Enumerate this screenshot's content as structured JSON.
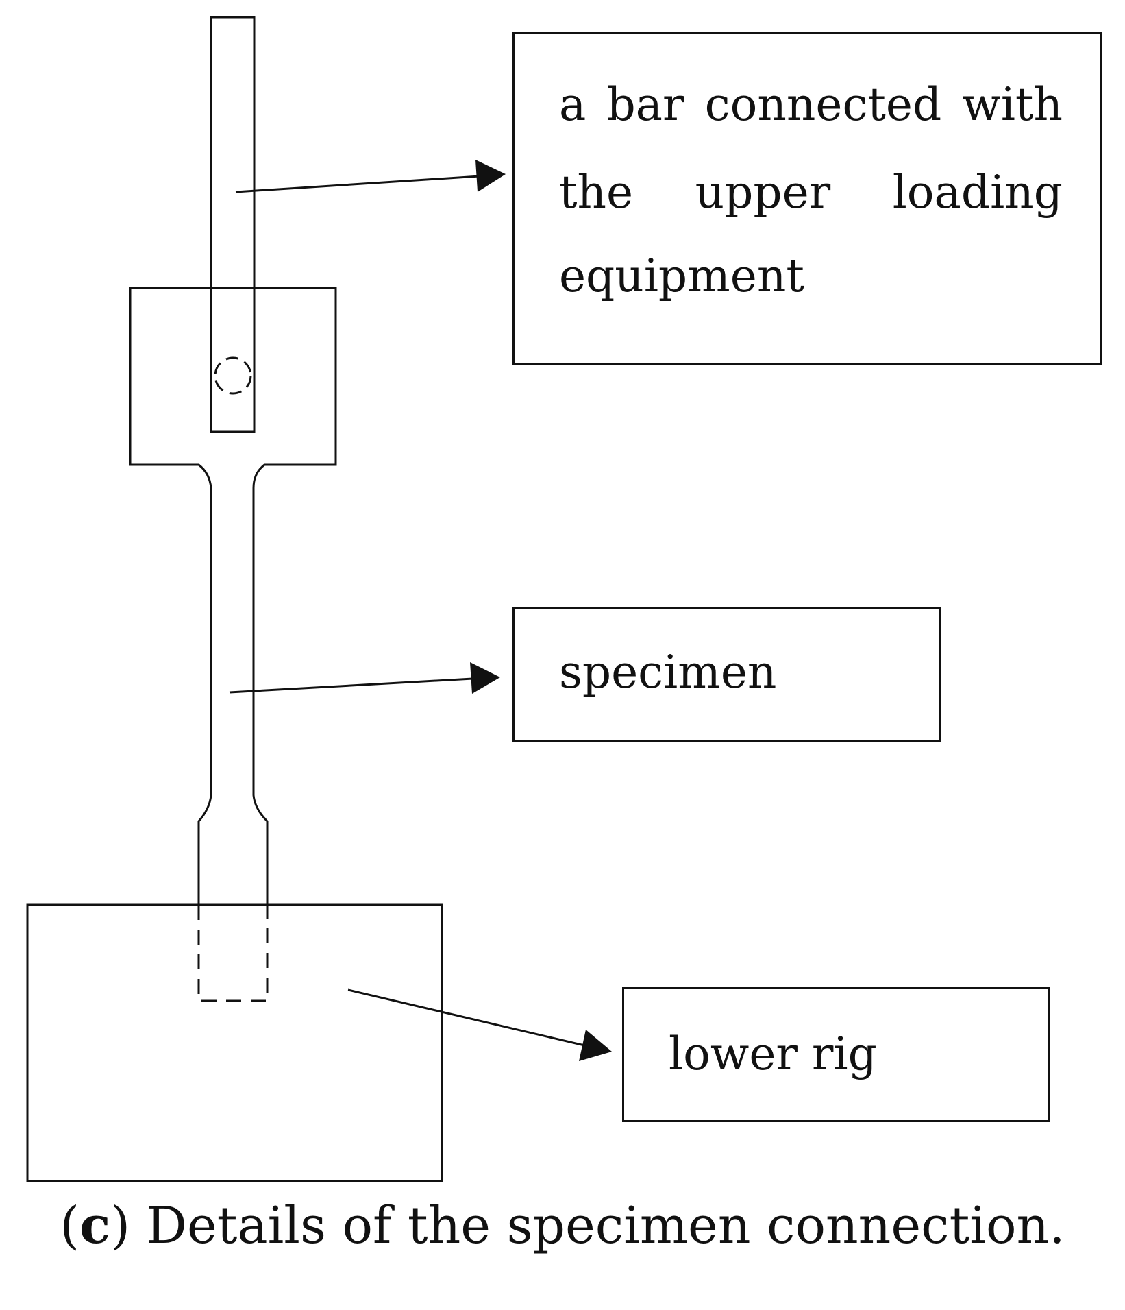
{
  "labels": {
    "upper_bar": {
      "line1": [
        "a",
        "bar",
        "connected",
        "with"
      ],
      "line2": [
        "the",
        "upper",
        "loading"
      ],
      "line3": "equipment"
    },
    "specimen": "specimen",
    "lower_rig": "lower rig"
  },
  "caption": {
    "open_paren": "(",
    "letter": "c",
    "close_paren": ")",
    "text": " Details of the specimen connection."
  },
  "colors": {
    "line": "#111111",
    "background": "#ffffff"
  }
}
